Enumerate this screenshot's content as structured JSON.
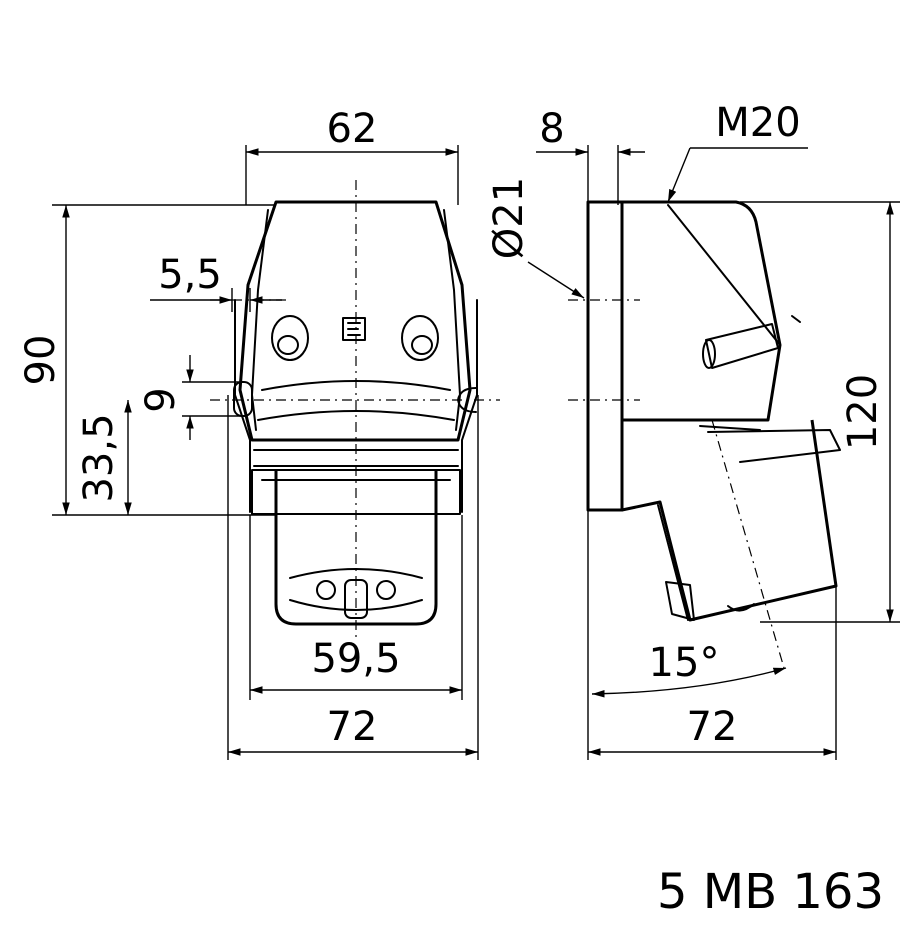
{
  "front_view": {
    "dim_width_top": "62",
    "dim_height": "90",
    "dim_hole": "5,5",
    "dim_slot": "9",
    "dim_axis_height": "33,5",
    "dim_plug_width": "59,5",
    "dim_width_total": "72"
  },
  "side_view": {
    "dim_plate": "8",
    "dim_gland": "M20",
    "dim_diameter": "Ø21",
    "dim_height": "120",
    "dim_angle": "15°",
    "dim_width_total": "72"
  },
  "part_code": "5 MB 163",
  "colors": {
    "line": "#000000",
    "background": "#ffffff"
  }
}
